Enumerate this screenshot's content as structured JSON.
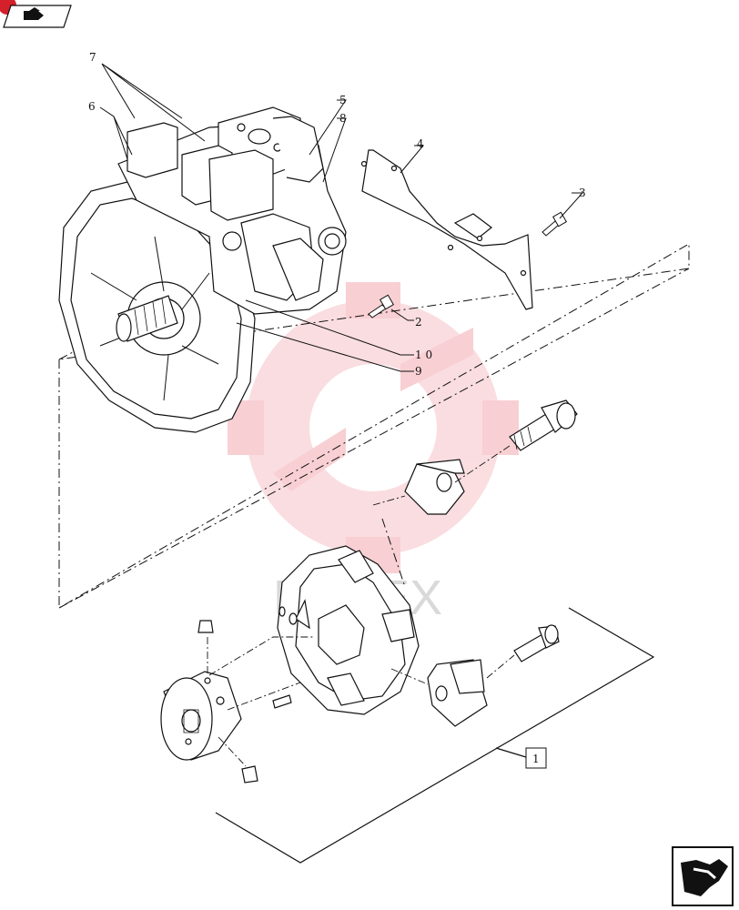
{
  "diagram": {
    "callouts": {
      "c1": "1",
      "c2": "2",
      "c3": "3",
      "c4": "4",
      "c5": "5",
      "c6": "6",
      "c7": "7",
      "c8": "8",
      "c9": "9",
      "c10": "1 0"
    },
    "watermark_text": "MYTEX"
  },
  "icons": {
    "top_left": "hand-pointer-icon",
    "bottom_right": "hand-pointer-icon"
  },
  "colors": {
    "line": "#111111",
    "watermark": "#f2b8bd",
    "badge": "#d3202a"
  }
}
